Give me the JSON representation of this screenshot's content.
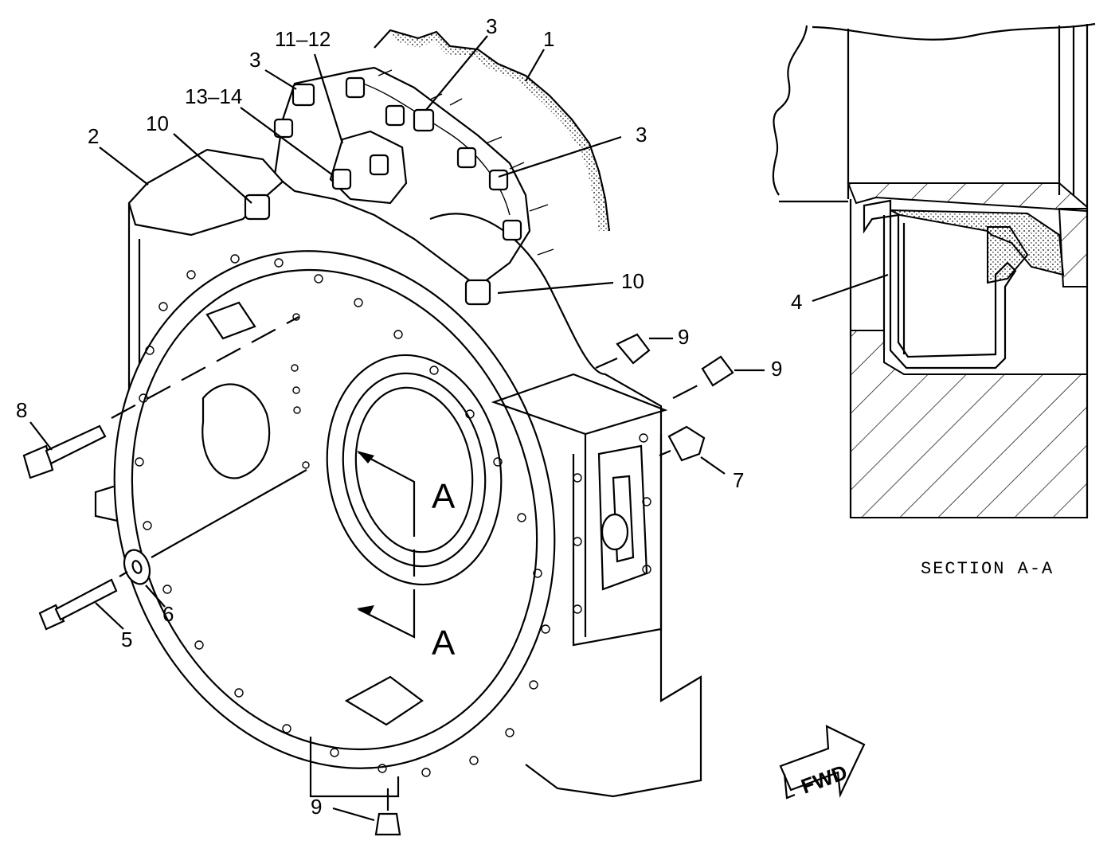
{
  "callouts": {
    "c1": "1",
    "c2": "2",
    "c3a": "3",
    "c3b": "3",
    "c3c": "3",
    "c4": "4",
    "c5": "5",
    "c6": "6",
    "c7": "7",
    "c8": "8",
    "c9a": "9",
    "c9b": "9",
    "c9c": "9",
    "c10a": "10",
    "c10b": "10",
    "c11_12": "11–12",
    "c13_14": "13–14"
  },
  "section_marks": {
    "upper": "A",
    "lower": "A"
  },
  "section_view": {
    "title": "SECTION A-A"
  },
  "fwd_arrow": {
    "label": "FWD"
  }
}
